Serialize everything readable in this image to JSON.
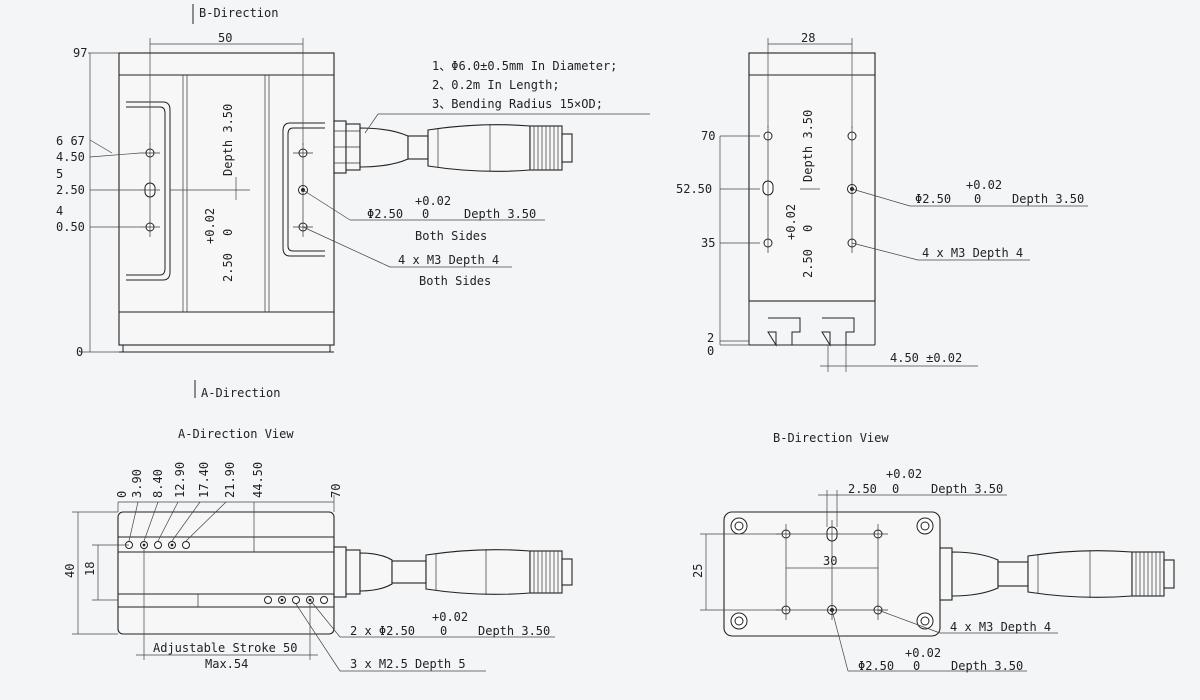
{
  "directions": {
    "b_direction": "B-Direction",
    "a_direction": "A-Direction"
  },
  "cable_notes": [
    "1、Φ6.0±0.5mm In Diameter;",
    "2、0.2m In Length;",
    "3、Bending Radius 15×OD;"
  ],
  "front_view": {
    "top_width": "50",
    "left_labels": {
      "h97": "97",
      "h67": "6 67",
      "h6450": "4.50",
      "h5": "5",
      "h250": "2.50",
      "h4": "4",
      "h050": "0.50",
      "h0": "0"
    },
    "depth_label": "Depth 3.50",
    "vert_tol_upper": "+0.02",
    "vert_tol_lower": "0",
    "vert_value": "2.50",
    "pin_hole": {
      "tol_upper": "+0.02",
      "dia": "Φ2.50",
      "tol_lower": "0",
      "depth": "Depth 3.50",
      "sides": "Both Sides"
    },
    "tap_hole": {
      "spec": "4 x M3 Depth 4",
      "sides": "Both Sides"
    }
  },
  "side_view": {
    "top_width": "28",
    "depth_label": "Depth 3.50",
    "left_labels": {
      "y70": "70",
      "y5250": "52.50",
      "y35": "35",
      "y2": "2",
      "y0": "0"
    },
    "vert_tol_upper": "+0.02",
    "vert_tol_lower": "0",
    "vert_value": "2.50",
    "pin_hole": {
      "tol_upper": "+0.02",
      "dia": "Φ2.50",
      "tol_lower": "0",
      "depth": "Depth 3.50"
    },
    "tap_hole": "4 x M3 Depth 4",
    "slot": "4.50 ±0.02"
  },
  "a_view": {
    "title": "A-Direction View",
    "top_marks": [
      "0",
      "3.90",
      "8.40",
      "12.90",
      "17.40",
      "21.90",
      "44.50",
      "70"
    ],
    "height_outer": "40",
    "height_inner": "18",
    "pin_note": {
      "tol_upper": "+0.02",
      "spec": "2 x Φ2.50",
      "tol_lower": "0",
      "depth": "Depth 3.50"
    },
    "tap_note": "3 x M2.5 Depth 5",
    "stroke": "Adjustable Stroke 50",
    "stroke_max": "Max.54"
  },
  "b_view": {
    "title": "B-Direction View",
    "top_note": {
      "tol_upper": "+0.02",
      "value": "2.50",
      "tol_lower": "0",
      "depth": "Depth 3.50"
    },
    "height": "25",
    "width": "30",
    "tap_note": "4 x M3 Depth 4",
    "pin_note": {
      "tol_upper": "+0.02",
      "dia": "Φ2.50",
      "tol_lower": "0",
      "depth": "Depth 3.50"
    }
  }
}
